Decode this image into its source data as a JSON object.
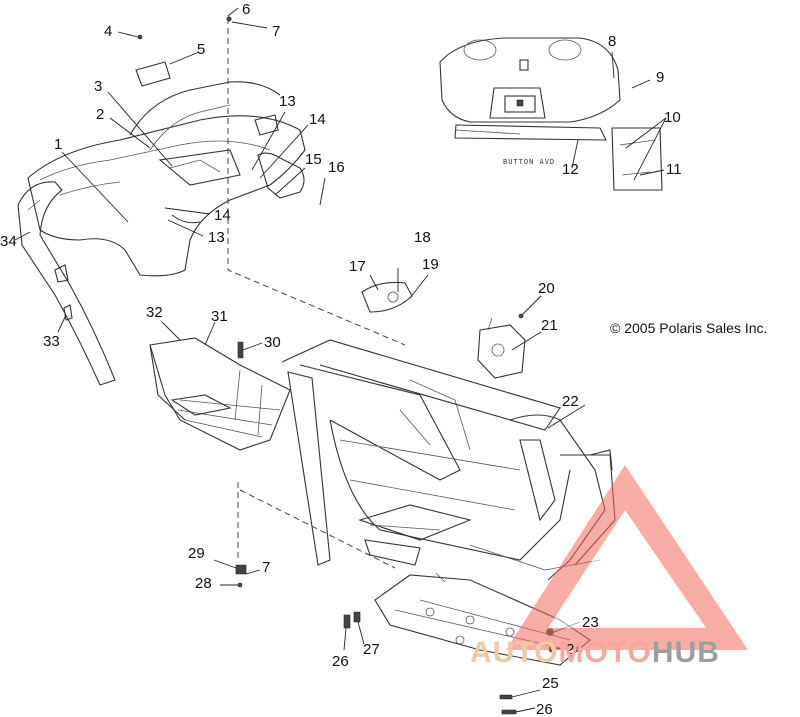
{
  "copyright": "© 2005 Polaris Sales Inc.",
  "stencil_text": "BUTTON AVD",
  "watermark": {
    "auto": "AUTO",
    "moto": "MOTO",
    "hub": "HUB",
    "colors": {
      "triangle": "#f26b5e",
      "auto": "#f2c9a6",
      "moto": "#f7a6a0",
      "hub": "#9e9e9e"
    }
  },
  "callouts": [
    {
      "id": "c1",
      "label": "1"
    },
    {
      "id": "c2",
      "label": "2"
    },
    {
      "id": "c3",
      "label": "3"
    },
    {
      "id": "c4",
      "label": "4"
    },
    {
      "id": "c5",
      "label": "5"
    },
    {
      "id": "c6",
      "label": "6"
    },
    {
      "id": "c7a",
      "label": "7"
    },
    {
      "id": "c8",
      "label": "8"
    },
    {
      "id": "c9",
      "label": "9"
    },
    {
      "id": "c10",
      "label": "10"
    },
    {
      "id": "c11",
      "label": "11"
    },
    {
      "id": "c12",
      "label": "12"
    },
    {
      "id": "c13a",
      "label": "13"
    },
    {
      "id": "c14a",
      "label": "14"
    },
    {
      "id": "c15",
      "label": "15"
    },
    {
      "id": "c16",
      "label": "16"
    },
    {
      "id": "c14b",
      "label": "14"
    },
    {
      "id": "c13b",
      "label": "13"
    },
    {
      "id": "c34",
      "label": "34"
    },
    {
      "id": "c17",
      "label": "17"
    },
    {
      "id": "c18",
      "label": "18"
    },
    {
      "id": "c19",
      "label": "19"
    },
    {
      "id": "c20",
      "label": "20"
    },
    {
      "id": "c21",
      "label": "21"
    },
    {
      "id": "c22",
      "label": "22"
    },
    {
      "id": "c32",
      "label": "32"
    },
    {
      "id": "c31",
      "label": "31"
    },
    {
      "id": "c30",
      "label": "30"
    },
    {
      "id": "c33",
      "label": "33"
    },
    {
      "id": "c29",
      "label": "29"
    },
    {
      "id": "c7b",
      "label": "7"
    },
    {
      "id": "c28",
      "label": "28"
    },
    {
      "id": "c23",
      "label": "23"
    },
    {
      "id": "c24",
      "label": "24"
    },
    {
      "id": "c26a",
      "label": "26"
    },
    {
      "id": "c27",
      "label": "27"
    },
    {
      "id": "c25",
      "label": "25"
    },
    {
      "id": "c26b",
      "label": "26"
    }
  ]
}
